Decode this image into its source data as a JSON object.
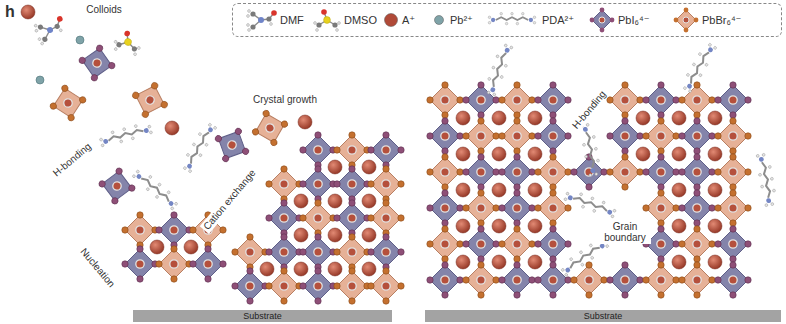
{
  "diagram": {
    "nodes": [
      {
        "text": [
          "Substrate"
        ]
      },
      {
        "text": [
          "Substrate"
        ]
      }
    ],
    "labels": [
      "h",
      "Colloids",
      "H-bonding",
      "Nucleation",
      "Crystal growth",
      "Cation exchange",
      "H-bonding",
      "Grain boundary"
    ],
    "legend": [
      {
        "text": "DMF"
      },
      {
        "text": "DMSO"
      },
      {
        "text": "A⁺",
        "color": "#b04a38"
      },
      {
        "text": "Pb²⁺",
        "color": "#7fa3a8"
      },
      {
        "text": "PDA²⁺"
      },
      {
        "text": "PbI₆⁴⁻",
        "color": "#8484aa"
      },
      {
        "text": "PbBr₆⁴⁻",
        "color": "#e6b197"
      }
    ]
  }
}
